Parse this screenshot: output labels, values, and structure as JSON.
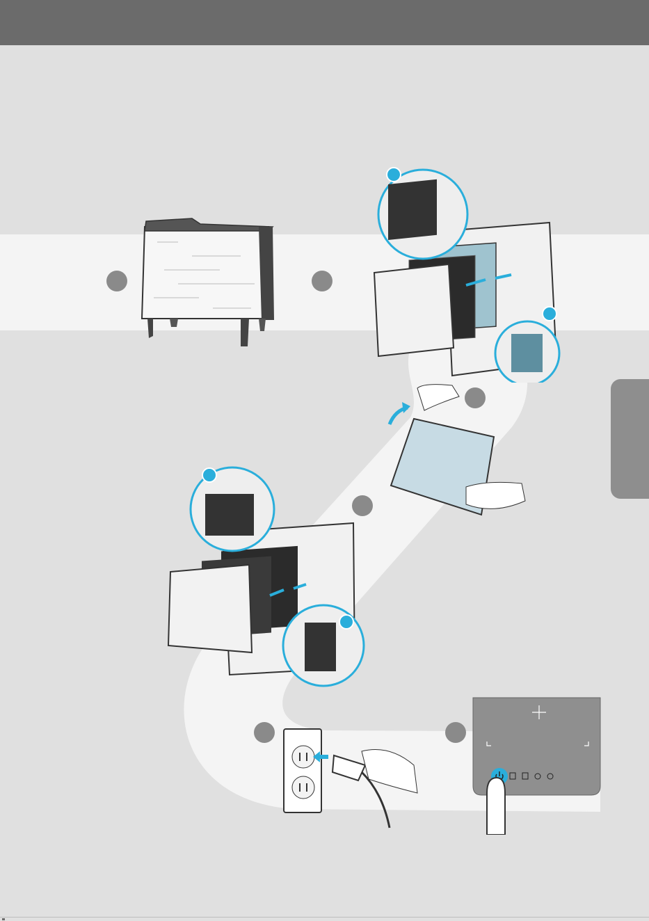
{
  "header": {},
  "colors": {
    "header_bar": "#6b6b6b",
    "page_background": "#e0e0e0",
    "light_band": "#f4f4f4",
    "accent_highlight": "#2aaedb",
    "step_bubble": "#8a8a8a",
    "side_tab": "#8e8e8e"
  },
  "steps": [
    {
      "id": "step-1",
      "illustration": "air-purifier-front-view"
    },
    {
      "id": "step-2",
      "illustration": "remove-front-panel-and-filters"
    },
    {
      "id": "step-3",
      "illustration": "unwrap-filter-packaging"
    },
    {
      "id": "step-4",
      "illustration": "reinsert-filters-and-panel"
    },
    {
      "id": "step-5",
      "illustration": "plug-into-wall-outlet"
    },
    {
      "id": "step-6",
      "illustration": "press-power-button-on-control-panel"
    }
  ],
  "control_panel_icons": [
    "power-icon",
    "mode-icon",
    "fan-speed-icon",
    "light-icon",
    "timer-icon"
  ]
}
